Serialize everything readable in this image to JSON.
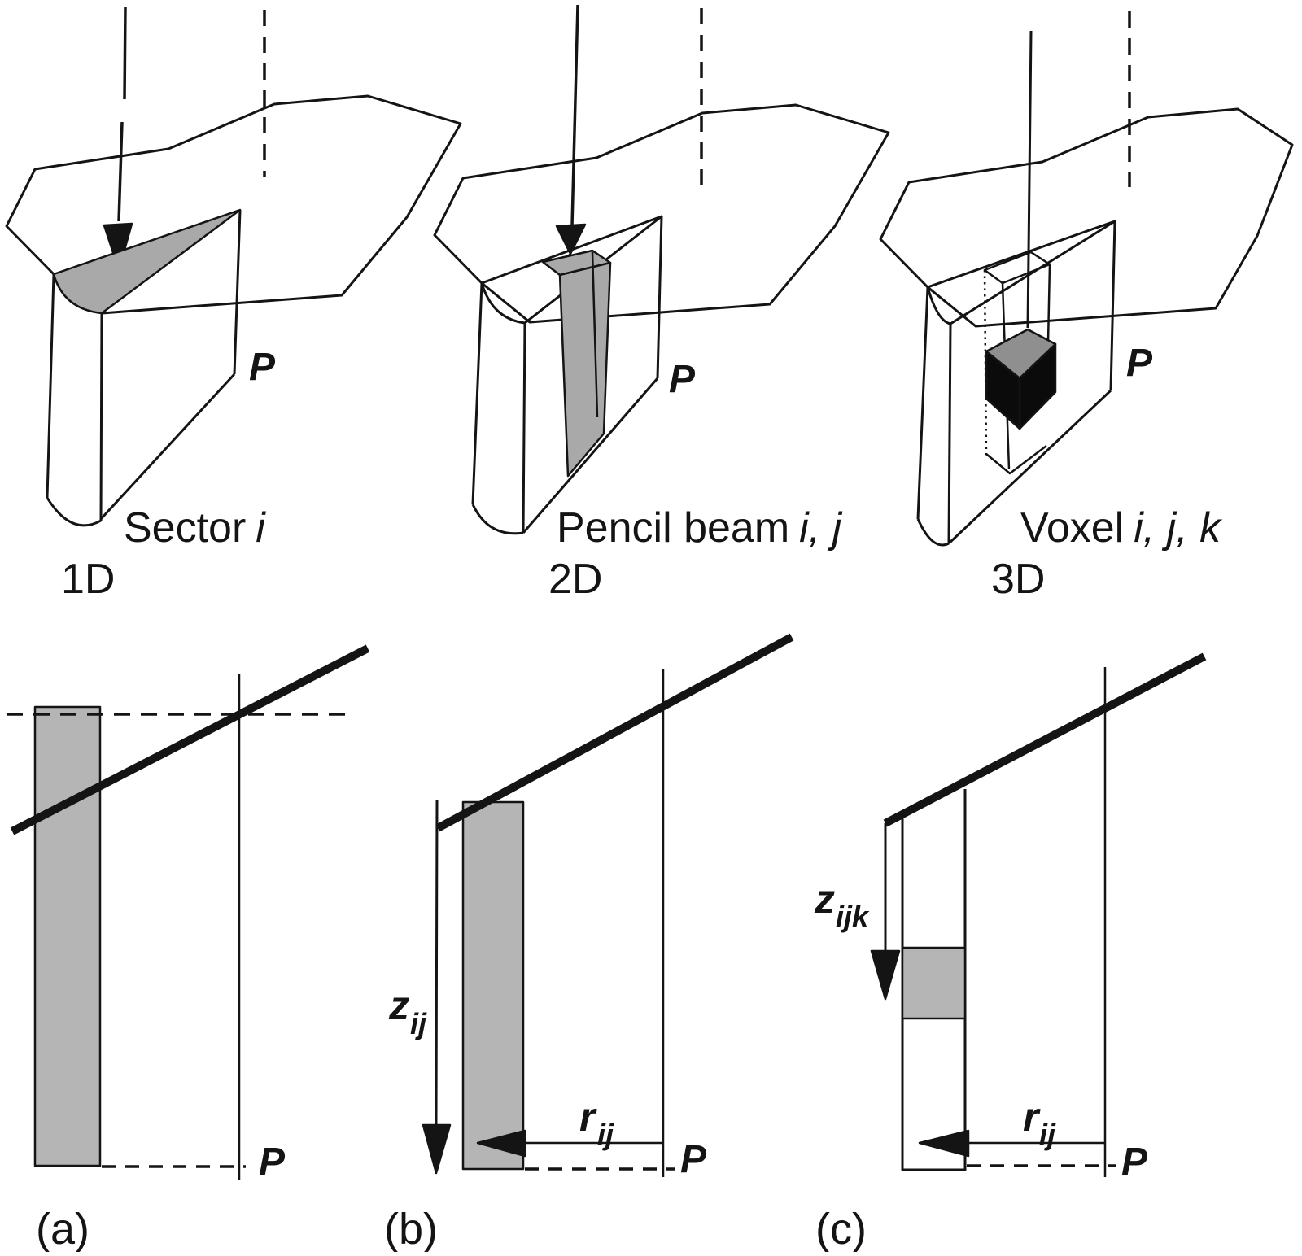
{
  "figure": {
    "description_texts": {
      "top_row": {
        "panels": [
          {
            "id": "sector",
            "name": "Sector",
            "index": "i",
            "dim": "1D",
            "point": "P"
          },
          {
            "id": "pencil-beam",
            "name": "Pencil beam",
            "index": "i, j",
            "dim": "2D",
            "point": "P"
          },
          {
            "id": "voxel",
            "name": "Voxel",
            "index": "i, j, k",
            "dim": "3D",
            "point": "P"
          }
        ]
      },
      "bottom_row": {
        "panels": [
          {
            "id": "a",
            "caption": "(a)",
            "point": "P"
          },
          {
            "id": "b",
            "caption": "(b)",
            "point": "P",
            "depth": {
              "var": "z",
              "sub": "ij"
            },
            "radius": {
              "var": "r",
              "sub": "ij"
            }
          },
          {
            "id": "c",
            "caption": "(c)",
            "point": "P",
            "depth": {
              "var": "z",
              "sub": "ijk"
            },
            "radius": {
              "var": "r",
              "sub": "ij"
            }
          }
        ]
      }
    },
    "colors": {
      "ink": "#141414",
      "sector_fill": "#a9a9a9",
      "slab_fill": "#a9a9a9",
      "bar_fill": "#b5b5b5",
      "voxel_top_fill": "#8f8f8f",
      "voxel_side_fill": "#0b0b0b",
      "background": "#ffffff"
    }
  }
}
